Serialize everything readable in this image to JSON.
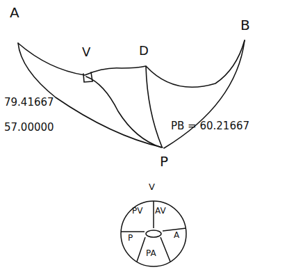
{
  "diagram": {
    "nodes": [
      {
        "text": [
          "V",
          "PV",
          "AV",
          "P",
          "A",
          "PA"
        ]
      }
    ],
    "labels": [
      "A",
      "V",
      "D",
      "B",
      "79.41667",
      "57.00000",
      "PB = 60.21667",
      "P"
    ]
  }
}
